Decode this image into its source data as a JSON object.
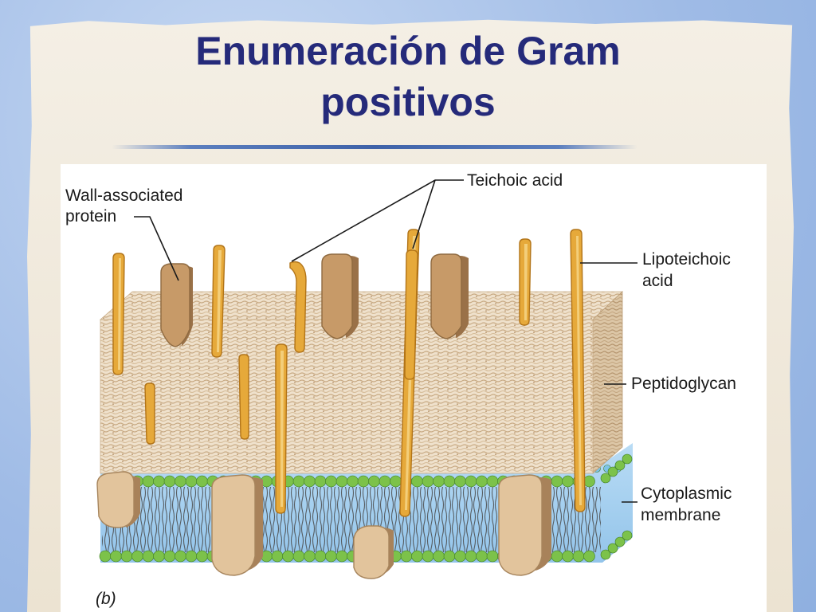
{
  "slide": {
    "title_line1": "Enumeración de Gram",
    "title_line2": "positivos"
  },
  "figure": {
    "panel_label": "(b)",
    "labels": {
      "wall_associated_protein_line1": "Wall-associated",
      "wall_associated_protein_line2": "protein",
      "teichoic_acid": "Teichoic acid",
      "lipoteichoic_acid_line1": "Lipoteichoic",
      "lipoteichoic_acid_line2": "acid",
      "peptidoglycan": "Peptidoglycan",
      "cytoplasmic_membrane_line1": "Cytoplasmic",
      "cytoplasmic_membrane_line2": "membrane"
    },
    "colors": {
      "title": "#252a7a",
      "peptidoglycan": "#e9d7bf",
      "membrane": "#a9d3f2",
      "lipid_head_green": "#7cc24a",
      "lipid_head_blue": "#7cc3e8",
      "teichoic_acid": "#e6a93a",
      "protein": "#c79a68"
    }
  }
}
